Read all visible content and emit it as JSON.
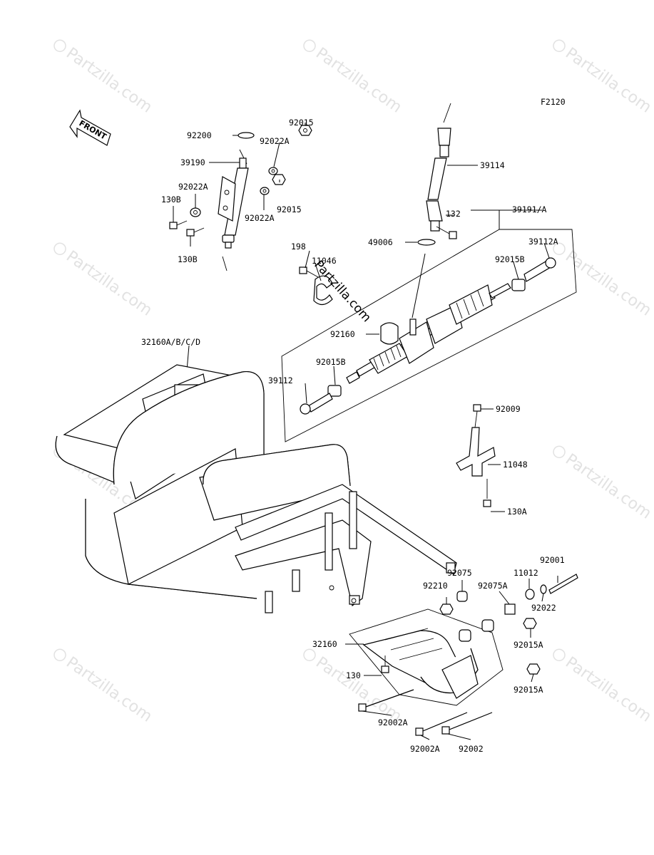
{
  "figure_code": "F2120",
  "watermark": "Partzilla.com",
  "front_label": "FRONT",
  "parts": {
    "p92200": "92200",
    "p92015_top": "92015",
    "p92022A_1": "92022A",
    "p39190": "39190",
    "p92022A_2": "92022A",
    "p130B_1": "130B",
    "p92015_mid": "92015",
    "p92022A_3": "92022A",
    "p130B_2": "130B",
    "p39114": "39114",
    "p132": "132",
    "p39191A": "39191/A",
    "p49006": "49006",
    "p198": "198",
    "p11046": "11046",
    "p39112A": "39112A",
    "p92015B_1": "92015B",
    "p92160": "92160",
    "p92015B_2": "92015B",
    "p39112": "39112",
    "p32160ABCD": "32160A/B/C/D",
    "p92009": "92009",
    "p11048": "11048",
    "p130A": "130A",
    "p92001": "92001",
    "p92075": "92075",
    "p11012": "11012",
    "p92210": "92210",
    "p92075A": "92075A",
    "p92022": "92022",
    "p32160": "32160",
    "p92015A_1": "92015A",
    "p130": "130",
    "p92015A_2": "92015A",
    "p92002A_1": "92002A",
    "p92002A_2": "92002A",
    "p92002": "92002"
  }
}
